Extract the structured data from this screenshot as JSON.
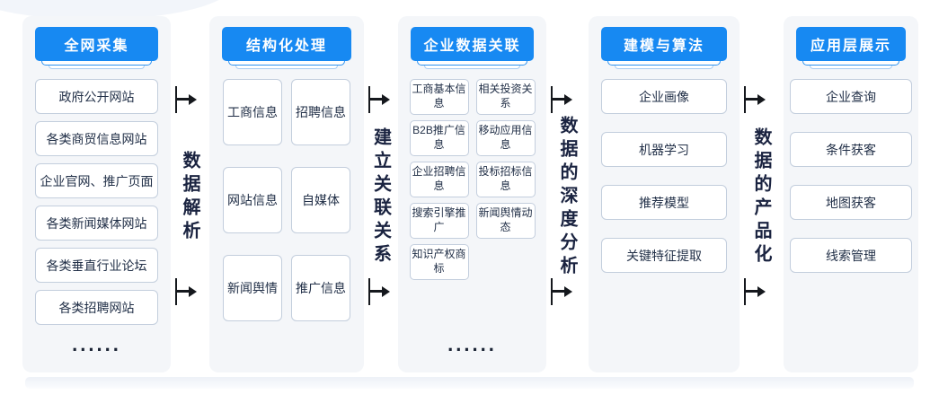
{
  "colors": {
    "accent_blue": "#1789f2",
    "panel_background": "#f4f6f9",
    "box_border": "#c3cedd",
    "box_text": "#223048",
    "connector_text": "#1a2340",
    "arrow": "#15181d"
  },
  "columns": [
    {
      "title": "全网采集",
      "items": [
        "政府公开网站",
        "各类商贸信息网站",
        "企业官网、推广页面",
        "各类新闻媒体网站",
        "各类垂直行业论坛",
        "各类招聘网站"
      ],
      "ellipsis": "......"
    },
    {
      "title": "结构化处理",
      "items": [
        "工商信息",
        "招聘信息",
        "网站信息",
        "自媒体",
        "新闻舆情",
        "推广信息"
      ]
    },
    {
      "title": "企业数据关联",
      "items": [
        "工商基本信息",
        "相关投资关系",
        "B2B推广信息",
        "移动应用信息",
        "企业招聘信息",
        "投标招标信息",
        "搜索引擎推广",
        "新闻舆情动态",
        "知识产权商标"
      ],
      "ellipsis": "......"
    },
    {
      "title": "建模与算法",
      "items": [
        "企业画像",
        "机器学习",
        "推荐模型",
        "关键特征提取"
      ]
    },
    {
      "title": "应用层展示",
      "items": [
        "企业查询",
        "条件获客",
        "地图获客",
        "线索管理"
      ]
    }
  ],
  "connectors": [
    {
      "label": "数据解析"
    },
    {
      "label": "建立关联关系"
    },
    {
      "label": "数据的深度分析"
    },
    {
      "label": "数据的产品化"
    }
  ]
}
